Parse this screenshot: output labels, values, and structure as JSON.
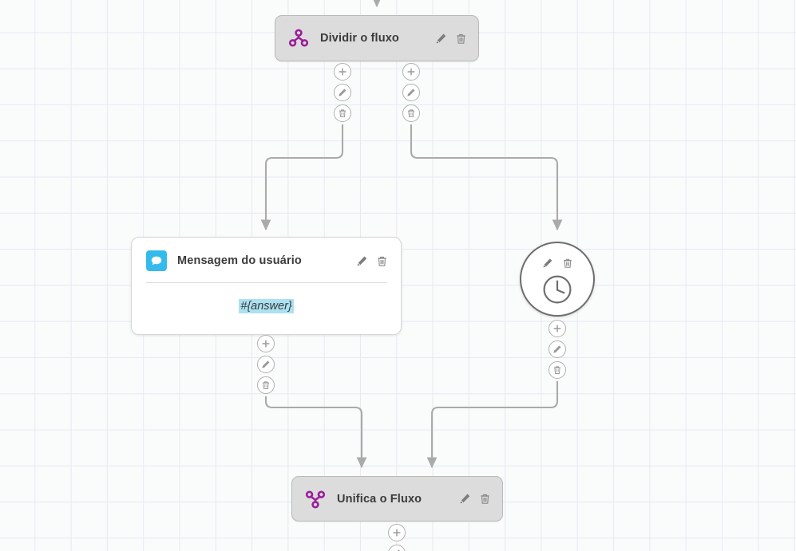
{
  "canvas": {
    "background_color": "#fafbfb",
    "grid_color": "#e6eaf2",
    "grid_size": 45
  },
  "palette": {
    "node_gray_fill": "#dcdcdc",
    "node_gray_border": "#b9b9b9",
    "node_white_fill": "#ffffff",
    "split_merge_icon": "#9b1e9b",
    "message_icon_tile": "#35baec",
    "answer_highlight": "#ace1f2",
    "edge_stroke": "#aaaaaa",
    "text_primary": "#3b3b3b",
    "port_border": "#b0b0b0"
  },
  "nodes": [
    {
      "id": "split",
      "type": "split-flow",
      "title": "Dividir o fluxo",
      "icon": "split-flow-icon",
      "shape": "bar",
      "actions": [
        {
          "name": "edit-icon",
          "label": "Editar"
        },
        {
          "name": "delete-icon",
          "label": "Excluir"
        }
      ]
    },
    {
      "id": "message",
      "type": "user-message",
      "title": "Mensagem do usuário",
      "icon": "chat-bubble-icon",
      "shape": "card",
      "body_value": "#{answer}",
      "actions": [
        {
          "name": "edit-icon",
          "label": "Editar"
        },
        {
          "name": "delete-icon",
          "label": "Excluir"
        }
      ]
    },
    {
      "id": "timer",
      "type": "timer",
      "title": "",
      "icon": "clock-icon",
      "shape": "circle",
      "actions": [
        {
          "name": "edit-icon",
          "label": "Editar"
        },
        {
          "name": "delete-icon",
          "label": "Excluir"
        }
      ]
    },
    {
      "id": "merge",
      "type": "merge-flow",
      "title": "Unifica o Fluxo",
      "icon": "merge-flow-icon",
      "shape": "bar",
      "actions": [
        {
          "name": "edit-icon",
          "label": "Editar"
        },
        {
          "name": "delete-icon",
          "label": "Excluir"
        }
      ]
    }
  ],
  "port_buttons": {
    "add": {
      "name": "add-connection-icon",
      "glyph": "+"
    },
    "edit": {
      "name": "edit-connection-icon",
      "glyph": "pencil"
    },
    "delete": {
      "name": "delete-connection-icon",
      "glyph": "trash"
    }
  },
  "port_stacks": [
    {
      "id": "split-out-left",
      "owner": "split",
      "buttons": [
        "add",
        "edit",
        "delete"
      ]
    },
    {
      "id": "split-out-right",
      "owner": "split",
      "buttons": [
        "add",
        "edit",
        "delete"
      ]
    },
    {
      "id": "message-out",
      "owner": "message",
      "buttons": [
        "add",
        "edit",
        "delete"
      ]
    },
    {
      "id": "timer-out",
      "owner": "timer",
      "buttons": [
        "add",
        "edit",
        "delete"
      ]
    },
    {
      "id": "merge-out",
      "owner": "merge",
      "buttons": [
        "add"
      ]
    }
  ],
  "edges": [
    {
      "id": "e-in-split",
      "from": "canvas-top",
      "to": "split"
    },
    {
      "id": "e-split-message",
      "from": "split-out-left",
      "to": "message"
    },
    {
      "id": "e-split-timer",
      "from": "split-out-right",
      "to": "timer"
    },
    {
      "id": "e-message-merge",
      "from": "message-out",
      "to": "merge"
    },
    {
      "id": "e-timer-merge",
      "from": "timer-out",
      "to": "merge"
    }
  ]
}
